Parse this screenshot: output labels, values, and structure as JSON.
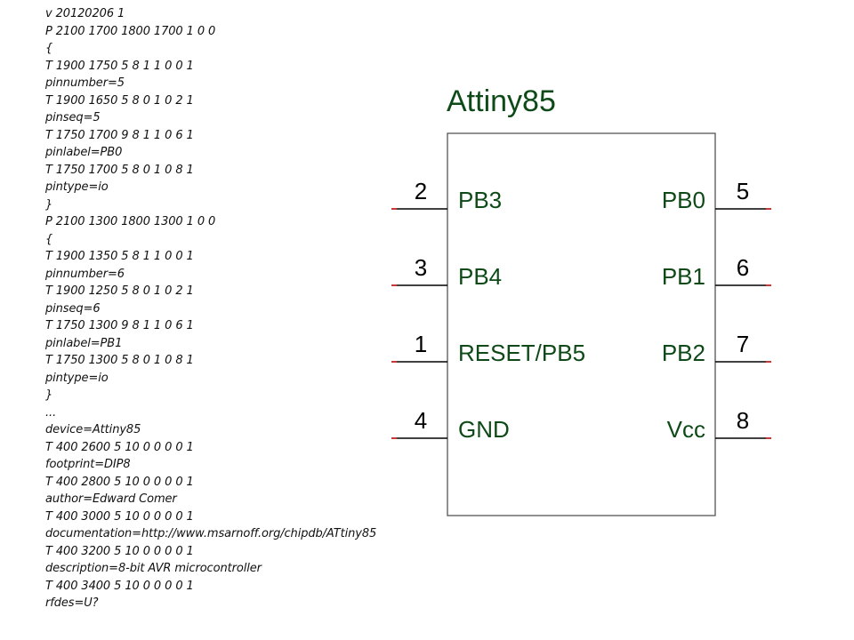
{
  "source_lines": [
    "v 20120206 1",
    "P 2100 1700 1800 1700 1 0 0",
    "{",
    "T 1900 1750 5 8 1 1 0 0 1",
    "pinnumber=5",
    "T 1900 1650 5 8 0 1 0 2 1",
    "pinseq=5",
    "T 1750 1700 9 8 1 1 0 6 1",
    "pinlabel=PB0",
    "T 1750 1700 5 8 0 1 0 8 1",
    "pintype=io",
    "}",
    "P 2100 1300 1800 1300 1 0 0",
    "{",
    "T 1900 1350 5 8 1 1 0 0 1",
    "pinnumber=6",
    "T 1900 1250 5 8 0 1 0 2 1",
    "pinseq=6",
    "T 1750 1300 9 8 1 1 0 6 1",
    "pinlabel=PB1",
    "T 1750 1300 5 8 0 1 0 8 1",
    "pintype=io",
    "}",
    "...",
    "device=Attiny85",
    "T 400 2600 5 10 0 0 0 0 1",
    "footprint=DIP8",
    "T 400 2800 5 10 0 0 0 0 1",
    "author=Edward Comer",
    "T 400 3000 5 10 0 0 0 0 1",
    "documentation=http://www.msarnoff.org/chipdb/ATtiny85",
    "T 400 3200 5 10 0 0 0 0 1",
    "description=8-bit AVR microcontroller",
    "T 400 3400 5 10 0 0 0 0 1",
    "rfdes=U?"
  ],
  "symbol": {
    "title": "Attiny85",
    "colors": {
      "label": "#0e4a17",
      "outline": "#555555",
      "pin_line": "#000000",
      "pin_end": "#e02020"
    },
    "left_pins": [
      {
        "number": "2",
        "label": "PB3"
      },
      {
        "number": "3",
        "label": "PB4"
      },
      {
        "number": "1",
        "label": "RESET/PB5"
      },
      {
        "number": "4",
        "label": "GND"
      }
    ],
    "right_pins": [
      {
        "number": "5",
        "label": "PB0"
      },
      {
        "number": "6",
        "label": "PB1"
      },
      {
        "number": "7",
        "label": "PB2"
      },
      {
        "number": "8",
        "label": "Vcc"
      }
    ]
  }
}
